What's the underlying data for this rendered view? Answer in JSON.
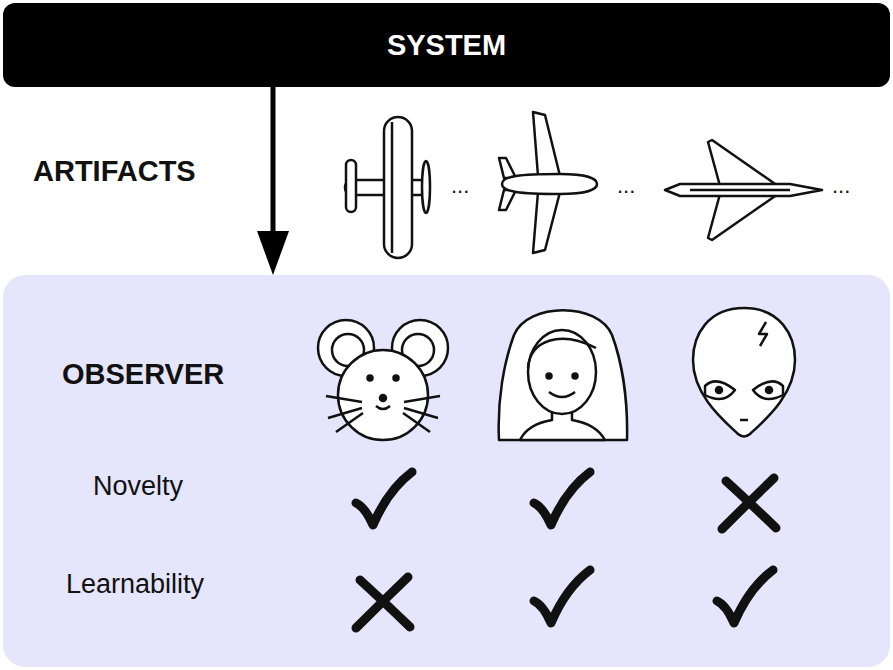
{
  "diagram": {
    "nodes": [
      {
        "text": [
          "SYSTEM"
        ]
      },
      {
        "text": [
          "OBSERVER",
          "Novelty",
          "Learnability"
        ]
      }
    ],
    "edges": [
      {
        "from": 0,
        "to": 1,
        "arrow": "to",
        "label": "ARTIFACTS"
      }
    ],
    "labels": [
      "...",
      "...",
      "..."
    ]
  }
}
